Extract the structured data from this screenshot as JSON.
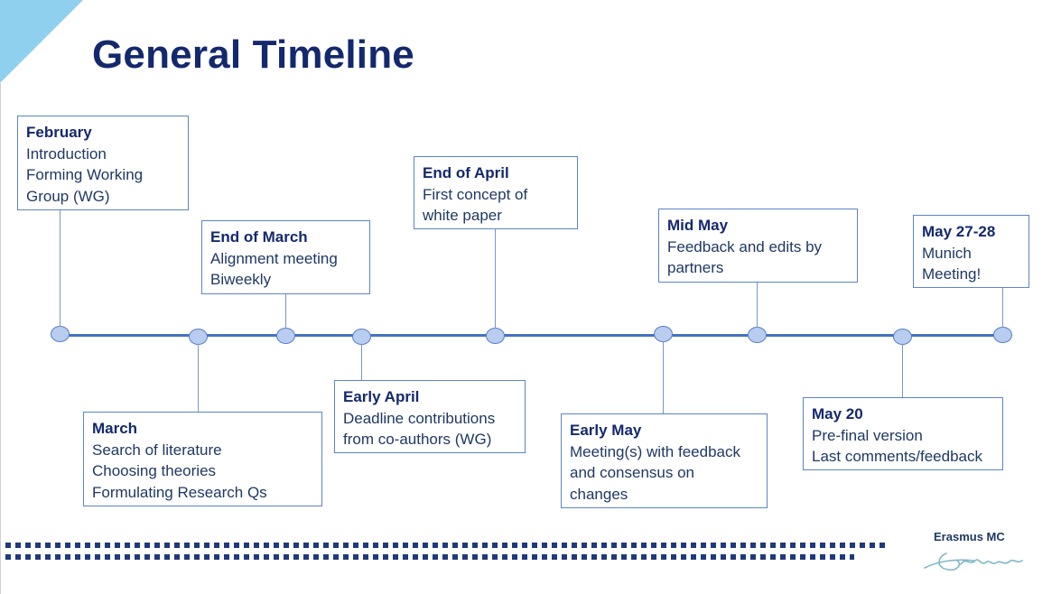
{
  "slide": {
    "title": "General Timeline"
  },
  "milestones": [
    {
      "id": "february",
      "heading": "February",
      "lines": [
        "Introduction",
        "Forming Working",
        "Group (WG)"
      ]
    },
    {
      "id": "march",
      "heading": "March",
      "lines": [
        "Search of literature",
        "Choosing theories",
        "Formulating Research Qs"
      ]
    },
    {
      "id": "end-of-march",
      "heading": "End of March",
      "lines": [
        "Alignment meeting",
        "Biweekly"
      ]
    },
    {
      "id": "early-april",
      "heading": "Early April",
      "lines": [
        "Deadline contributions",
        "from co-authors (WG)"
      ]
    },
    {
      "id": "end-of-april",
      "heading": "End of April",
      "lines": [
        "First concept of",
        "white paper"
      ]
    },
    {
      "id": "early-may",
      "heading": "Early May",
      "lines": [
        "Meeting(s) with feedback",
        "and consensus on",
        "changes"
      ]
    },
    {
      "id": "mid-may",
      "heading": "Mid May",
      "lines": [
        "Feedback and edits by",
        "partners"
      ]
    },
    {
      "id": "may-20",
      "heading": "May 20",
      "lines": [
        "Pre-final version",
        "Last comments/feedback"
      ]
    },
    {
      "id": "may-27-28",
      "heading": "May 27-28",
      "lines": [
        "Munich",
        "Meeting!"
      ]
    }
  ],
  "logo": {
    "name": "Erasmus MC",
    "signature_icon": "erasmus-signature-icon"
  },
  "colors": {
    "title": "#14286e",
    "axis": "#4472c4",
    "node_fill": "#b8cdef",
    "box_border": "#5b84c8",
    "corner_accent": "#8fd0ee",
    "dots": "#1f3a7a"
  }
}
